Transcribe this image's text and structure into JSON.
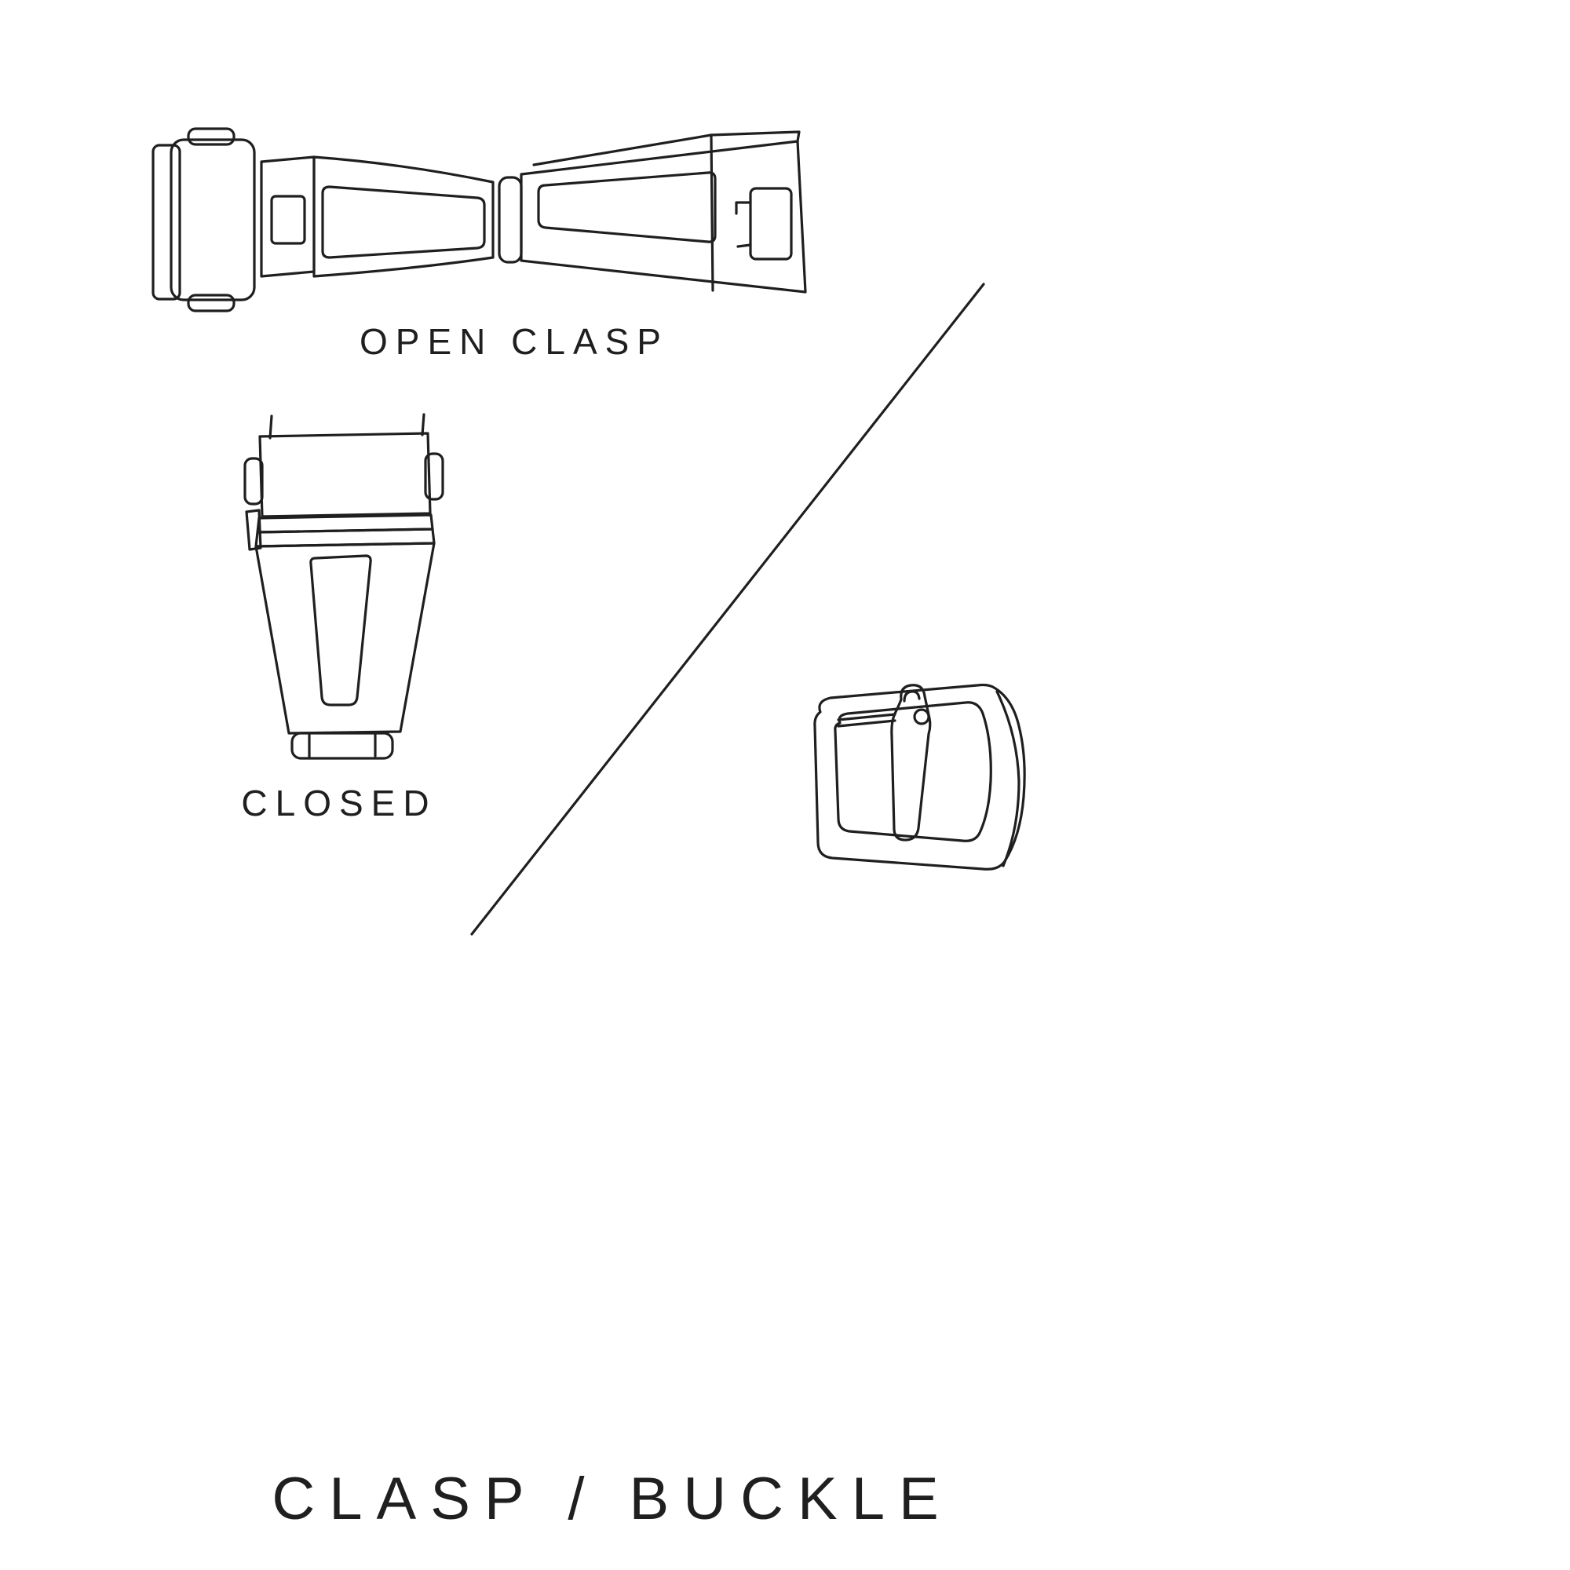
{
  "page": {
    "background_color": "#ffffff",
    "line_color": "#1f1f1f",
    "title": "CLASP / BUCKLE"
  },
  "labels": {
    "open_clasp": "OPEN CLASP",
    "closed": "CLOSED"
  },
  "illustrations": {
    "open_clasp": "open-clasp-illustration",
    "closed_clasp": "closed-clasp-illustration",
    "buckle": "buckle-illustration",
    "divider": "diagonal-divider-line"
  }
}
